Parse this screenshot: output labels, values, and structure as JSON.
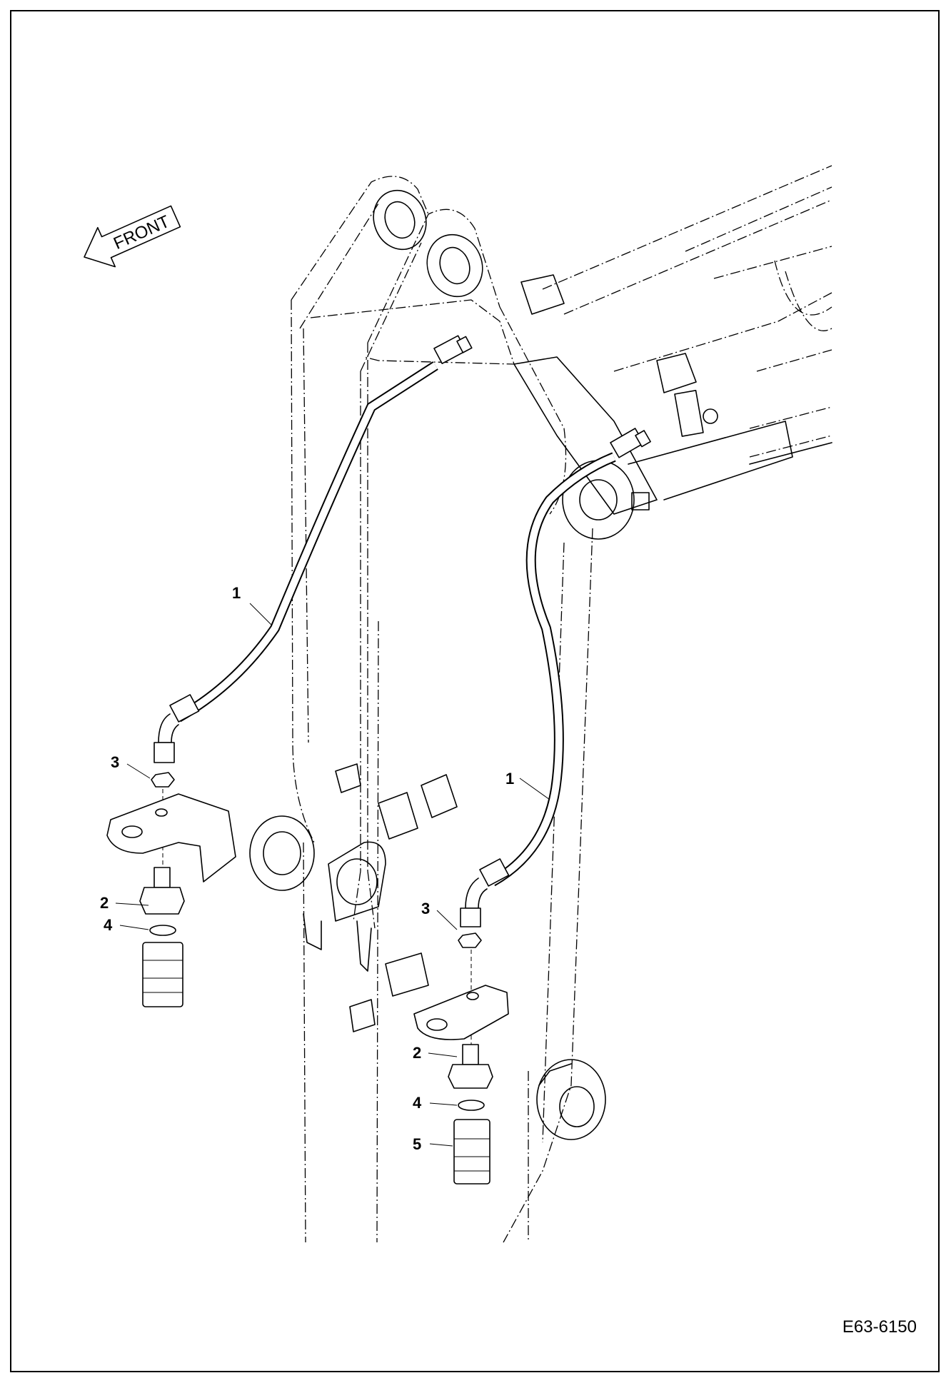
{
  "drawing_code": "E63-6150",
  "direction_label": "FRONT",
  "callouts": {
    "hose_left": "1",
    "hose_right": "1",
    "fitting_left": "2",
    "fitting_right": "2",
    "nut_left": "3",
    "nut_right": "3",
    "oring_left": "4",
    "oring_right": "4",
    "coupler_right": "5"
  },
  "colors": {
    "line": "#000000",
    "background": "#ffffff"
  }
}
